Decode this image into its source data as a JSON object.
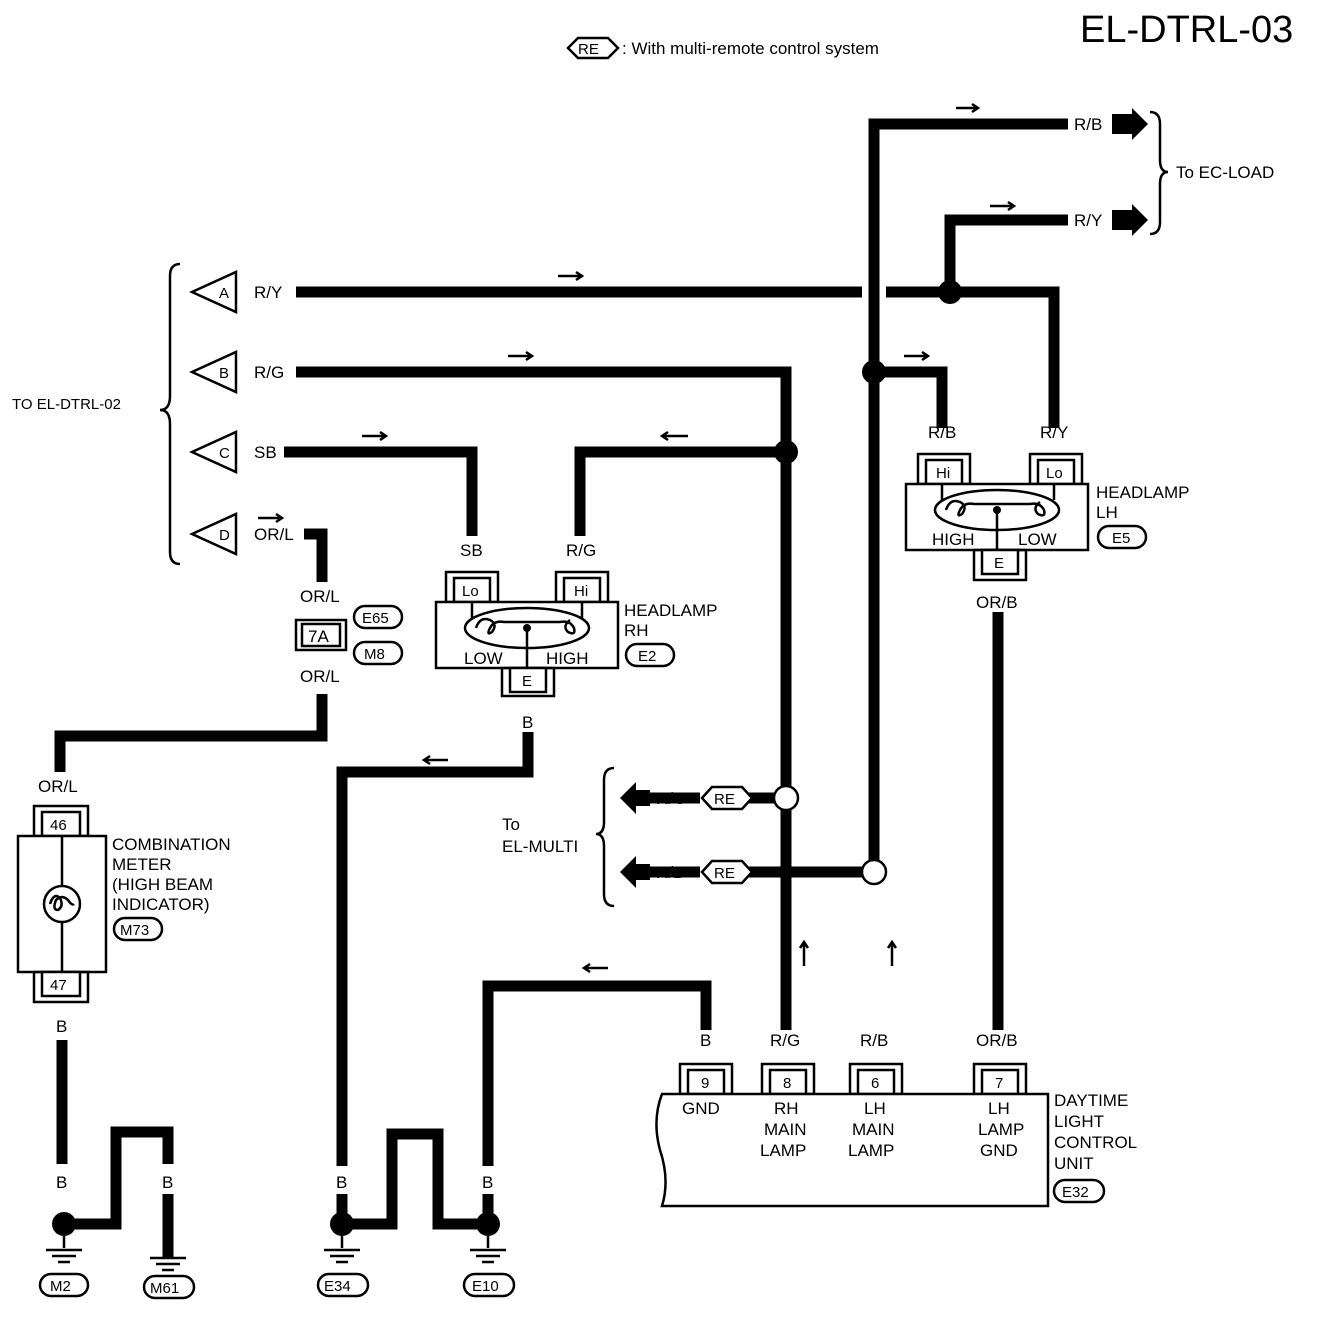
{
  "title": "EL-DTRL-03",
  "legend": {
    "symbol": "RE",
    "text": ": With multi-remote control system"
  },
  "to_el_dtrl_02": "TO EL-DTRL-02",
  "to_ec_load": "To EC-LOAD",
  "to_el_multi": [
    "To",
    "EL-MULTI"
  ],
  "left_connectors": [
    {
      "letter": "A",
      "wire": "R/Y"
    },
    {
      "letter": "B",
      "wire": "R/G"
    },
    {
      "letter": "C",
      "wire": "SB"
    },
    {
      "letter": "D",
      "wire": "OR/L"
    }
  ],
  "ec_load_wires": [
    "R/B",
    "R/Y"
  ],
  "el_multi_wires": [
    {
      "wire": "R/G",
      "tag": "RE"
    },
    {
      "wire": "R/B",
      "tag": "RE"
    }
  ],
  "headlamp_rh": {
    "name": [
      "HEADLAMP",
      "RH"
    ],
    "connector": "E2",
    "wire_lo": "SB",
    "wire_hi": "R/G",
    "pin_lo": "Lo",
    "pin_hi": "Hi",
    "low": "LOW",
    "high": "HIGH",
    "pin_e": "E",
    "ground_wire": "B"
  },
  "headlamp_lh": {
    "name": [
      "HEADLAMP",
      "LH"
    ],
    "connector": "E5",
    "wire_hi": "R/B",
    "wire_lo": "R/Y",
    "pin_hi": "Hi",
    "pin_lo": "Lo",
    "high": "HIGH",
    "low": "LOW",
    "pin_e": "E",
    "ground_wire": "OR/B"
  },
  "joint": {
    "pin": "7A",
    "conn_top": "E65",
    "conn_bottom": "M8",
    "wire_top": "OR/L",
    "wire_bottom": "OR/L"
  },
  "combination_meter": {
    "name": [
      "COMBINATION",
      "METER",
      "(HIGH BEAM",
      "INDICATOR)"
    ],
    "connector": "M73",
    "pin_top": "46",
    "pin_bottom": "47",
    "wire_top": "OR/L",
    "wire_bottom": "B"
  },
  "dtrl_unit": {
    "name": [
      "DAYTIME",
      "LIGHT",
      "CONTROL",
      "UNIT"
    ],
    "connector": "E32",
    "pins": [
      {
        "pin": "9",
        "wire": "B",
        "label": [
          "GND"
        ]
      },
      {
        "pin": "8",
        "wire": "R/G",
        "label": [
          "RH",
          "MAIN",
          "LAMP"
        ]
      },
      {
        "pin": "6",
        "wire": "R/B",
        "label": [
          "LH",
          "MAIN",
          "LAMP"
        ]
      },
      {
        "pin": "7",
        "wire": "OR/B",
        "label": [
          "LH",
          "LAMP",
          "GND"
        ]
      }
    ]
  },
  "grounds": [
    {
      "name": "M2",
      "wire": "B"
    },
    {
      "name": "M61",
      "wire": "B"
    },
    {
      "name": "E34",
      "wire": "B"
    },
    {
      "name": "E10",
      "wire": "B"
    }
  ],
  "ground_extra_wires": [
    "B",
    "B"
  ]
}
